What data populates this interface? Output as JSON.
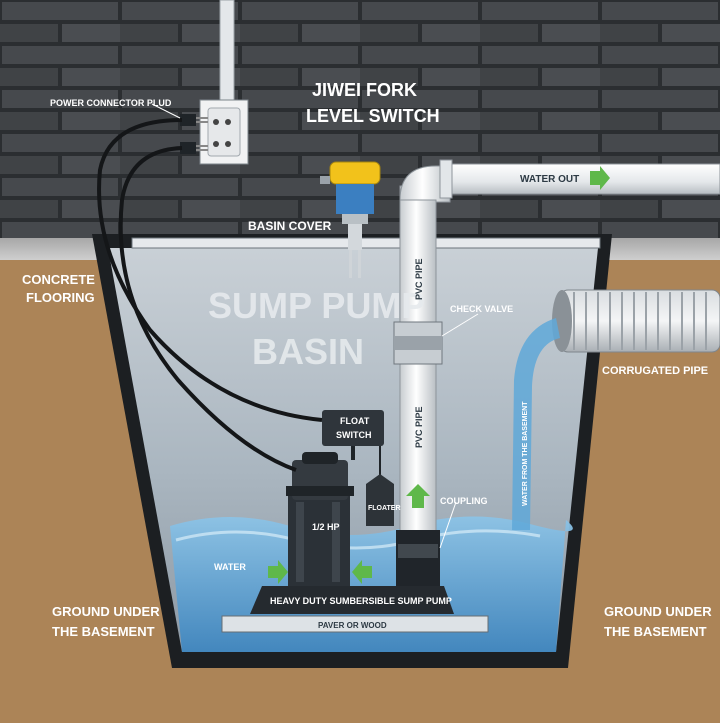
{
  "labels": {
    "power_connector": "POWER CONNECTOR PLUD",
    "switch_title_line1": "JIWEI FORK",
    "switch_title_line2": "LEVEL SWITCH",
    "basin_cover": "BASIN COVER",
    "water_out": "WATER OUT",
    "concrete_line1": "CONCRETE",
    "concrete_line2": "FLOORING",
    "basin_line1": "SUMP PUMP",
    "basin_line2": "BASIN",
    "pvc_pipe_upper": "PVC PIPE",
    "pvc_pipe_lower": "PVC PIPE",
    "check_valve": "CHECK VALVE",
    "corrugated_pipe": "CORRUGATED PIPE",
    "water_from_basement": "WATER FROM THE BASEMENT",
    "float_switch_line1": "FLOAT",
    "float_switch_line2": "SWITCH",
    "floater": "FLOATER",
    "horsepower": "1/2 HP",
    "coupling": "COUPLING",
    "water": "WATER",
    "pump_base": "HEAVY DUTY SUMBERSIBLE SUMP PUMP",
    "paver": "PAVER OR WOOD",
    "ground_left_line1": "GROUND UNDER",
    "ground_left_line2": "THE BASEMENT",
    "ground_right_line1": "GROUND UNDER",
    "ground_right_line2": "THE BASEMENT"
  },
  "colors": {
    "brick_wall": "#3a3d40",
    "soil": "#b28a5c",
    "basin_water": "#7fb9dd",
    "pipe": "#e9ecee",
    "switch_cap": "#f2c21b",
    "arrow": "#5fb84a"
  }
}
